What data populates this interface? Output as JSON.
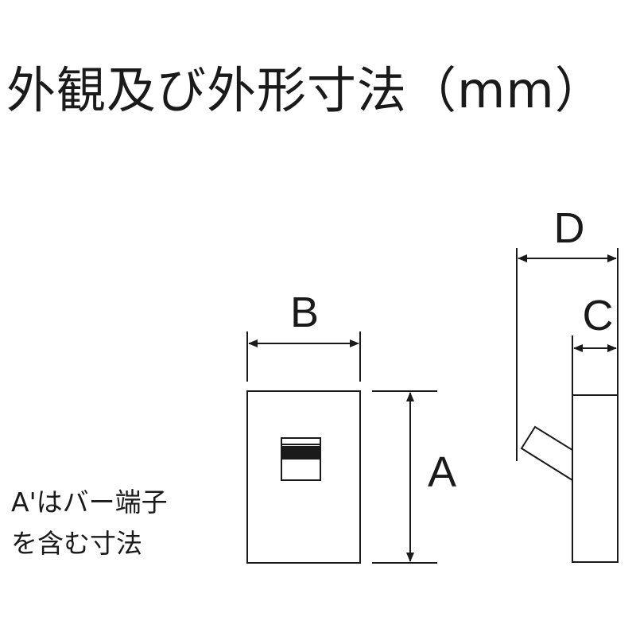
{
  "title": "外観及び外形寸法（mm）",
  "note": {
    "line1": "A'はバー端子",
    "line2": "を含む寸法"
  },
  "dimensions": {
    "a": "A",
    "b": "B",
    "c": "C",
    "d": "D"
  },
  "colors": {
    "line": "#1a1a1a",
    "background": "#ffffff"
  }
}
